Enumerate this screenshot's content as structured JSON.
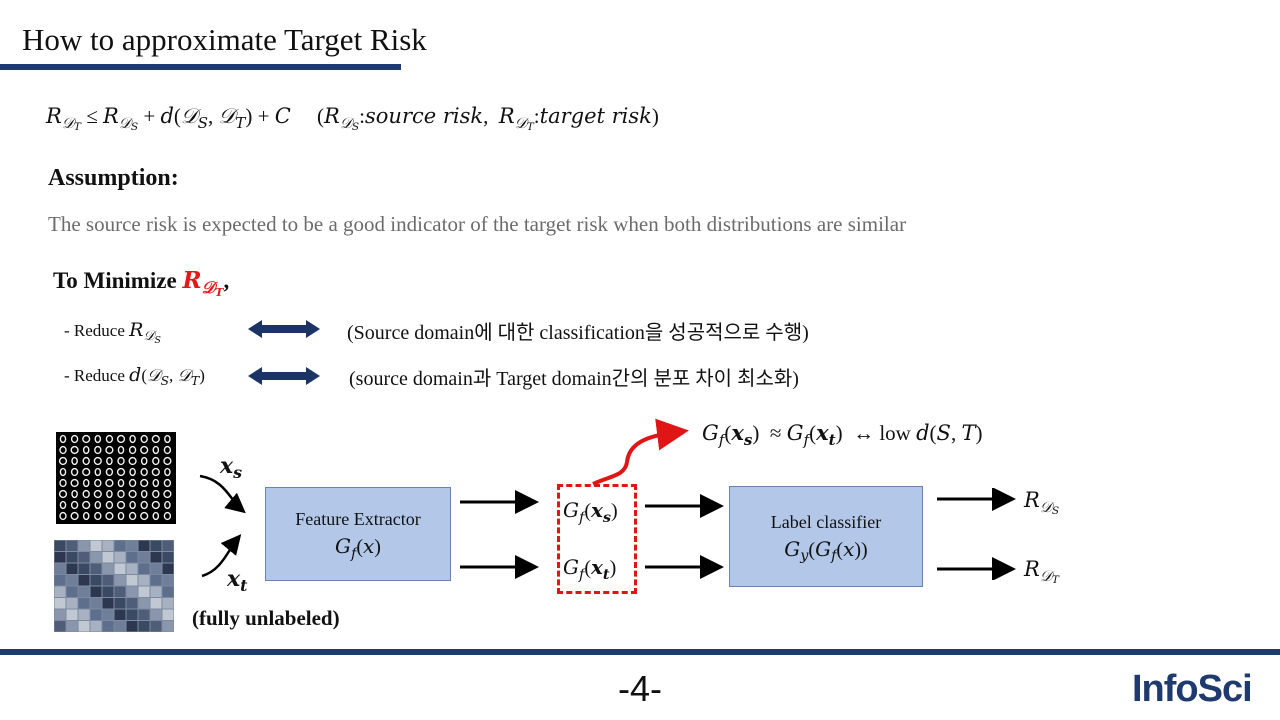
{
  "slide": {
    "title": "How to approximate Target Risk",
    "assumption_heading": "Assumption:",
    "assumption_text": "The source risk is expected to be a good indicator of the target risk when both distributions are similar",
    "to_minimize_prefix": "To Minimize ",
    "bullet1_label": "- Reduce ",
    "bullet1_desc": "(Source domain에 대한 classification을 성공적으로 수행)",
    "bullet2_label": "- Reduce ",
    "bullet2_desc": "(source domain과 Target domain간의 분포 차이 최소화)",
    "page_number": "-4-",
    "logo_text": "InfoSci"
  },
  "diagram": {
    "feature_extractor_label": "Feature   Extractor",
    "label_classifier_label": "Label classifier",
    "unlabeled_note": "(fully unlabeled)",
    "low_text": "low"
  },
  "colors": {
    "accent_navy": "#1f3a6e",
    "box_fill": "#b3c7e8",
    "highlight_red": "#e01515",
    "arrow_blue": "#1b3365"
  },
  "icons": [
    "double-arrow-icon",
    "red-curved-arrow-icon",
    "arrow-right-icon"
  ]
}
